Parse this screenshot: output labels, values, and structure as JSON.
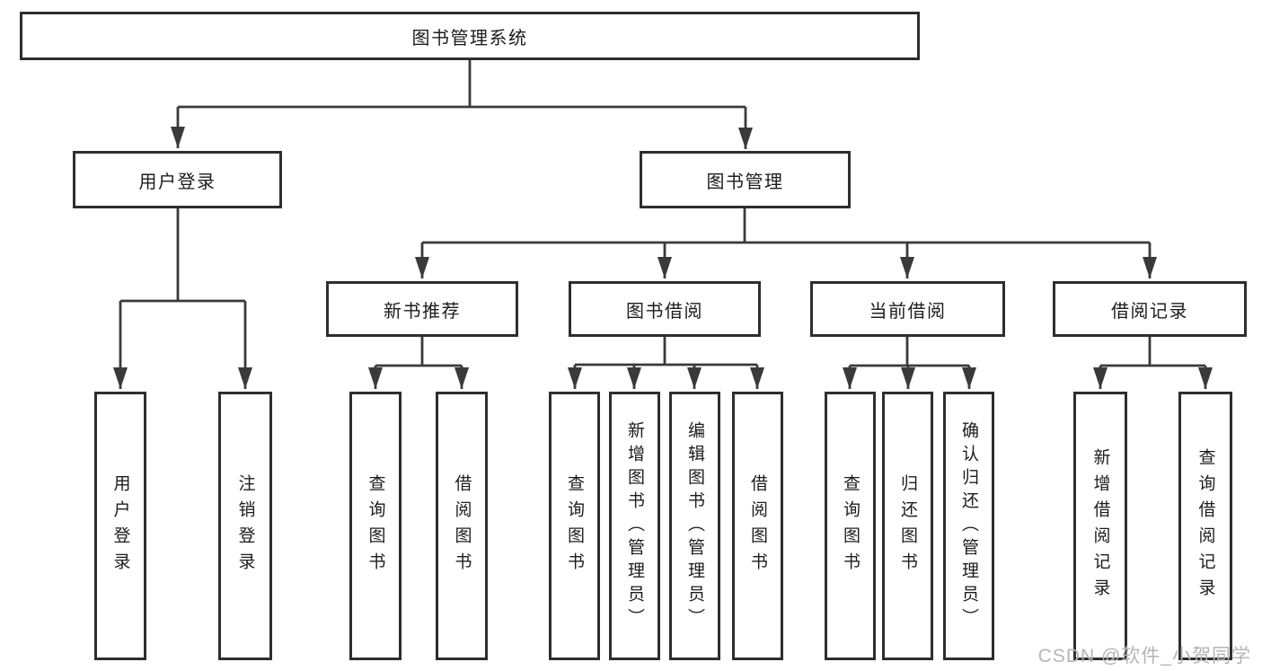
{
  "diagram": {
    "root": "图书管理系统",
    "branches": [
      {
        "label": "用户登录",
        "leaves": [
          "用户登录",
          "注销登录"
        ]
      },
      {
        "label": "图书管理",
        "groups": [
          {
            "label": "新书推荐",
            "leaves": [
              "查询图书",
              "借阅图书"
            ]
          },
          {
            "label": "图书借阅",
            "leaves": [
              "查询图书",
              "新增图书（管理员）",
              "编辑图书（管理员）",
              "借阅图书"
            ]
          },
          {
            "label": "当前借阅",
            "leaves": [
              "查询图书",
              "归还图书",
              "确认归还（管理员）"
            ]
          },
          {
            "label": "借阅记录",
            "leaves": [
              "新增借阅记录",
              "查询借阅记录"
            ]
          }
        ]
      }
    ]
  },
  "watermark": {
    "text": "CSDN @软件_小贺同学"
  },
  "colors": {
    "background": "#ffffff",
    "box_border": "#2e2e2e",
    "connector_line": "#3a3a3a",
    "text": "#1c1c1c",
    "watermark": "#b4b4b4"
  }
}
